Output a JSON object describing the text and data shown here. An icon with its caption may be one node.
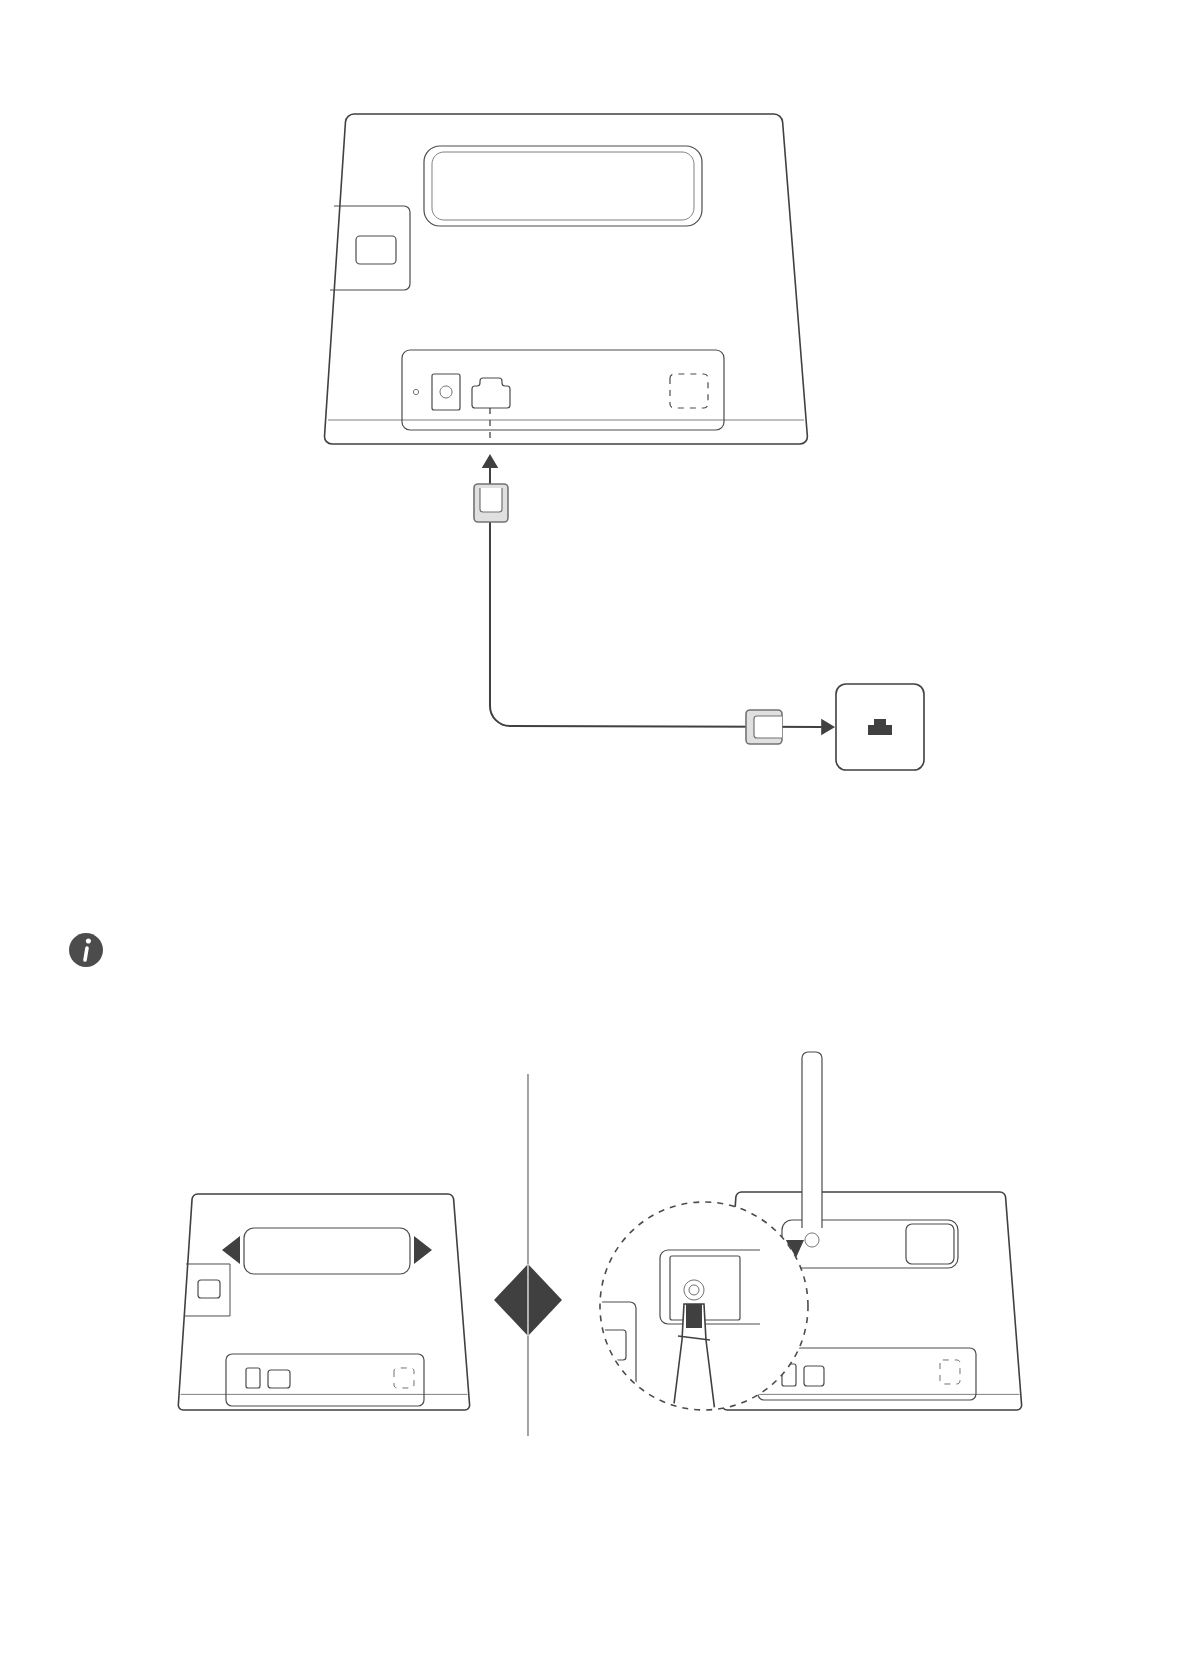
{
  "diagram": {
    "nodes": [
      {
        "text": [],
        "shape": "router"
      },
      {
        "text": [],
        "shape": "box"
      }
    ],
    "edges": [
      {
        "from": 0,
        "to": 1,
        "arrow": "both"
      }
    ]
  }
}
